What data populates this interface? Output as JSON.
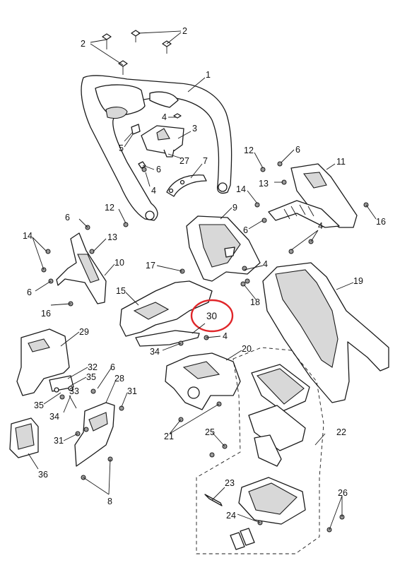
{
  "diagram": {
    "highlight_color": "#e0262a",
    "highlighted_callout": "30",
    "callouts": [
      {
        "id": "c2a",
        "text": "2"
      },
      {
        "id": "c2b",
        "text": "2"
      },
      {
        "id": "c1",
        "text": "1"
      },
      {
        "id": "c4a",
        "text": "4"
      },
      {
        "id": "c3",
        "text": "3"
      },
      {
        "id": "c5",
        "text": "5"
      },
      {
        "id": "c27",
        "text": "27"
      },
      {
        "id": "c6a",
        "text": "6"
      },
      {
        "id": "c7",
        "text": "7"
      },
      {
        "id": "c4b",
        "text": "4"
      },
      {
        "id": "c12a",
        "text": "12"
      },
      {
        "id": "c6b",
        "text": "6"
      },
      {
        "id": "c11",
        "text": "11"
      },
      {
        "id": "c13a",
        "text": "13"
      },
      {
        "id": "c14a",
        "text": "14"
      },
      {
        "id": "c16a",
        "text": "16"
      },
      {
        "id": "c6c",
        "text": "6"
      },
      {
        "id": "c12b",
        "text": "12"
      },
      {
        "id": "c9",
        "text": "9"
      },
      {
        "id": "c6d",
        "text": "6"
      },
      {
        "id": "c4c",
        "text": "4"
      },
      {
        "id": "c14b",
        "text": "14"
      },
      {
        "id": "c13b",
        "text": "13"
      },
      {
        "id": "c10",
        "text": "10"
      },
      {
        "id": "c6e",
        "text": "6"
      },
      {
        "id": "c17",
        "text": "17"
      },
      {
        "id": "c4d",
        "text": "4"
      },
      {
        "id": "c19",
        "text": "19"
      },
      {
        "id": "c16b",
        "text": "16"
      },
      {
        "id": "c15",
        "text": "15"
      },
      {
        "id": "c18",
        "text": "18"
      },
      {
        "id": "c4e",
        "text": "4"
      },
      {
        "id": "c29",
        "text": "29"
      },
      {
        "id": "c34a",
        "text": "34"
      },
      {
        "id": "c20",
        "text": "20"
      },
      {
        "id": "c32",
        "text": "32"
      },
      {
        "id": "c6f",
        "text": "6"
      },
      {
        "id": "c35a",
        "text": "35"
      },
      {
        "id": "c28",
        "text": "28"
      },
      {
        "id": "c33",
        "text": "33"
      },
      {
        "id": "c35b",
        "text": "35"
      },
      {
        "id": "c31a",
        "text": "31"
      },
      {
        "id": "c34b",
        "text": "34"
      },
      {
        "id": "c21",
        "text": "21"
      },
      {
        "id": "c25",
        "text": "25"
      },
      {
        "id": "c22",
        "text": "22"
      },
      {
        "id": "c31b",
        "text": "31"
      },
      {
        "id": "c36",
        "text": "36"
      },
      {
        "id": "c23",
        "text": "23"
      },
      {
        "id": "c8",
        "text": "8"
      },
      {
        "id": "c24",
        "text": "24"
      },
      {
        "id": "c26",
        "text": "26"
      }
    ]
  }
}
